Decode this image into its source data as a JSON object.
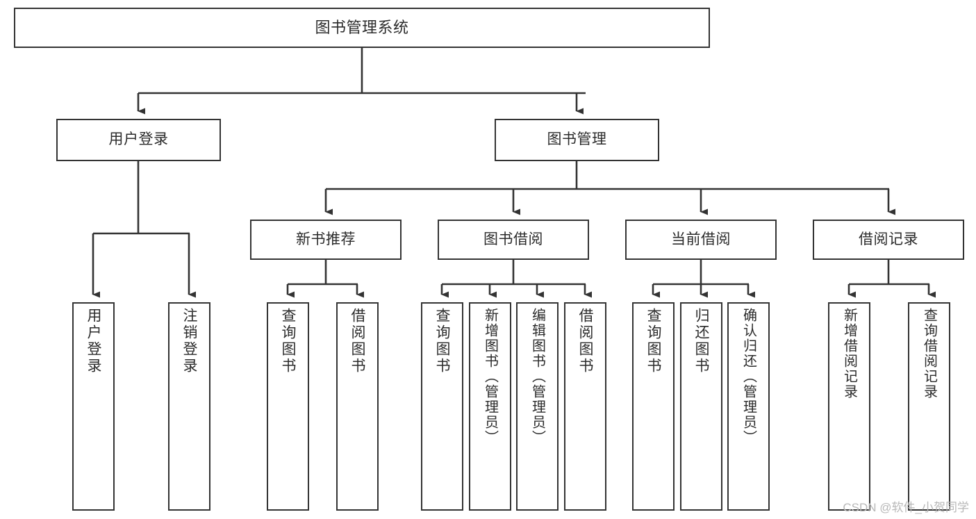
{
  "diagram": {
    "title": "图书管理系统",
    "type": "tree",
    "background_color": "#ffffff",
    "line_color": "#333333",
    "text_color": "#2b2b2b",
    "nodes": {
      "root": {
        "label": "图书管理系统"
      },
      "level2": [
        {
          "id": "user-login",
          "label": "用户登录"
        },
        {
          "id": "book-manage",
          "label": "图书管理"
        }
      ],
      "level3": [
        {
          "id": "new-book-recommend",
          "label": "新书推荐"
        },
        {
          "id": "book-borrow",
          "label": "图书借阅"
        },
        {
          "id": "current-borrow",
          "label": "当前借阅"
        },
        {
          "id": "borrow-record",
          "label": "借阅记录"
        }
      ],
      "leaves": {
        "user_login": [
          {
            "id": "leaf-user-login",
            "label": "用户登录"
          },
          {
            "id": "leaf-logout-login",
            "label": "注销登录"
          }
        ],
        "new_book_recommend": [
          {
            "id": "leaf-query-book-1",
            "label": "查询图书"
          },
          {
            "id": "leaf-borrow-book-1",
            "label": "借阅图书"
          }
        ],
        "book_borrow": [
          {
            "id": "leaf-query-book-2",
            "label": "查询图书"
          },
          {
            "id": "leaf-add-book",
            "label": "新增图书（管理员）"
          },
          {
            "id": "leaf-edit-book",
            "label": "编辑图书（管理员）"
          },
          {
            "id": "leaf-borrow-book-2",
            "label": "借阅图书"
          }
        ],
        "current_borrow": [
          {
            "id": "leaf-query-book-3",
            "label": "查询图书"
          },
          {
            "id": "leaf-return-book",
            "label": "归还图书"
          },
          {
            "id": "leaf-confirm-return",
            "label": "确认归还（管理员）"
          }
        ],
        "borrow_record": [
          {
            "id": "leaf-add-record",
            "label": "新增借阅记录"
          },
          {
            "id": "leaf-query-record",
            "label": "查询借阅记录"
          }
        ]
      }
    }
  },
  "watermark": {
    "text": "CSDN @软件_小贺同学"
  }
}
